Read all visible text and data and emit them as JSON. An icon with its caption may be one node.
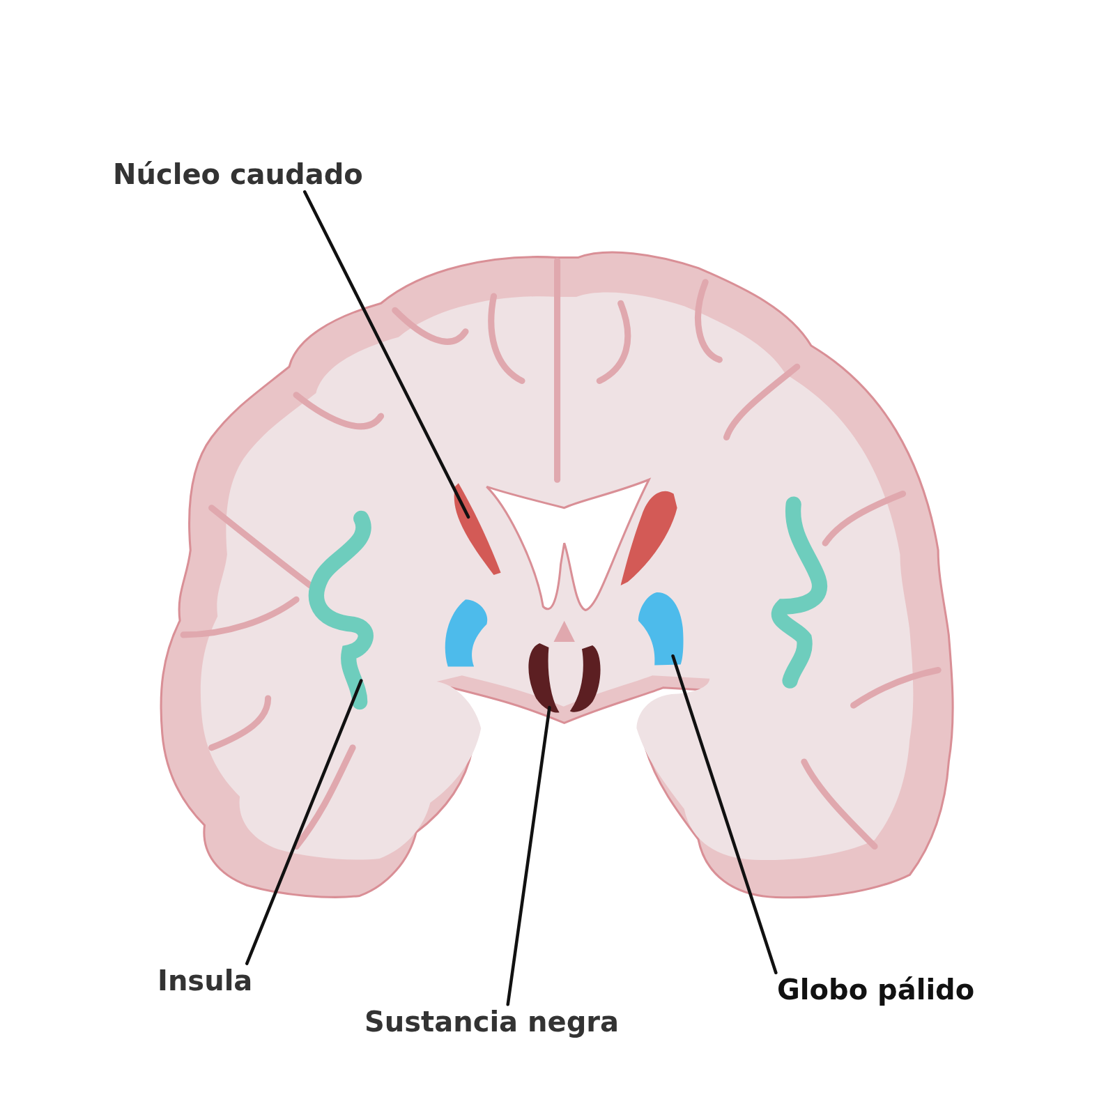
{
  "diagram": {
    "nodes": [
      {
        "text": [
          "Núcleo caudado"
        ]
      },
      {
        "text": [],
        "shape": "picture"
      },
      {
        "text": [],
        "shape": "picture"
      },
      {
        "text": [],
        "shape": "picture"
      },
      {
        "text": [],
        "shape": "picture"
      },
      {
        "text": [
          "Insula"
        ]
      },
      {
        "text": [
          "Sustancia negra"
        ]
      },
      {
        "text": [
          "Globo pálido"
        ]
      },
      {
        "text": [],
        "shape": "picture"
      },
      {
        "text": [],
        "shape": "picture"
      },
      {
        "text": [],
        "shape": "picture"
      },
      {
        "text": [],
        "shape": "picture"
      }
    ],
    "edges": [
      {
        "from": 0,
        "to": 1,
        "arrow": "none"
      },
      {
        "from": 5,
        "to": 2,
        "arrow": "none"
      },
      {
        "from": 6,
        "to": 3,
        "arrow": "none"
      },
      {
        "from": 7,
        "to": 4,
        "arrow": "none"
      }
    ]
  }
}
